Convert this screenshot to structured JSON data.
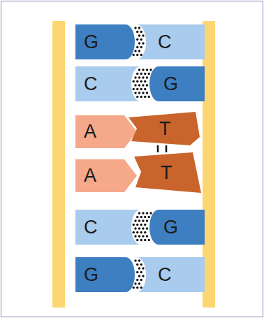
{
  "diagram": {
    "nodes": [
      {
        "text": [
          "G"
        ]
      },
      {
        "text": [
          "C"
        ]
      },
      {
        "text": [
          "C"
        ]
      },
      {
        "text": [
          "G"
        ]
      },
      {
        "text": [
          "A"
        ]
      },
      {
        "text": [
          "T"
        ]
      },
      {
        "text": [
          "A"
        ]
      },
      {
        "text": [
          "T"
        ]
      },
      {
        "text": [
          "C"
        ]
      },
      {
        "text": [
          "G"
        ]
      },
      {
        "text": [
          "G"
        ]
      },
      {
        "text": [
          "C"
        ]
      }
    ],
    "edges": [
      {
        "from": 5,
        "to": 7,
        "arrow": "none"
      },
      {
        "from": 5,
        "to": 7,
        "arrow": "none"
      }
    ]
  }
}
